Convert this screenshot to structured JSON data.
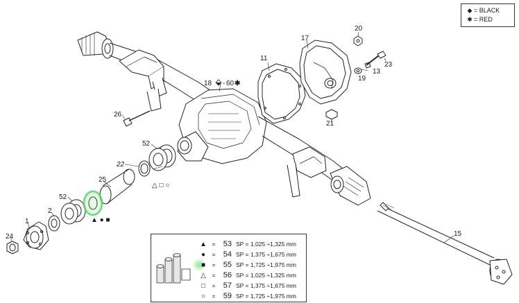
{
  "legend": {
    "items": [
      {
        "icon": "black-symbol-icon",
        "text": "= BLACK"
      },
      {
        "icon": "red-symbol-icon",
        "text": "= RED"
      }
    ]
  },
  "callouts": {
    "c1": "1",
    "c2": "2",
    "c11": "11",
    "c13": "13",
    "c15": "15",
    "c17": "17",
    "c18": "18",
    "c60": "60",
    "c19": "19",
    "c20": "20",
    "c21": "21",
    "c22": "22",
    "c23": "23",
    "c24": "24",
    "c25": "25",
    "c26": "26",
    "c52a": "52",
    "c52b": "52"
  },
  "shim_table": {
    "rows": [
      {
        "symbol": "▲",
        "num": "53",
        "sp": "SP = 1,025 ÷1,325 mm"
      },
      {
        "symbol": "●",
        "num": "54",
        "sp": "SP = 1,375 ÷1,675 mm"
      },
      {
        "symbol": "■",
        "num": "55",
        "sp": "SP = 1,725 ÷1,975 mm"
      },
      {
        "symbol": "△",
        "num": "56",
        "sp": "SP = 1,025 ÷1,325 mm"
      },
      {
        "symbol": "□",
        "num": "57",
        "sp": "SP = 1,375 ÷1,675 mm"
      },
      {
        "symbol": "○",
        "num": "59",
        "sp": "SP = 1,725 ÷1,975 mm"
      }
    ],
    "eq": "="
  },
  "shim_symbols": {
    "solid": "▲ ● ■",
    "hollow": "△ □ ○"
  }
}
